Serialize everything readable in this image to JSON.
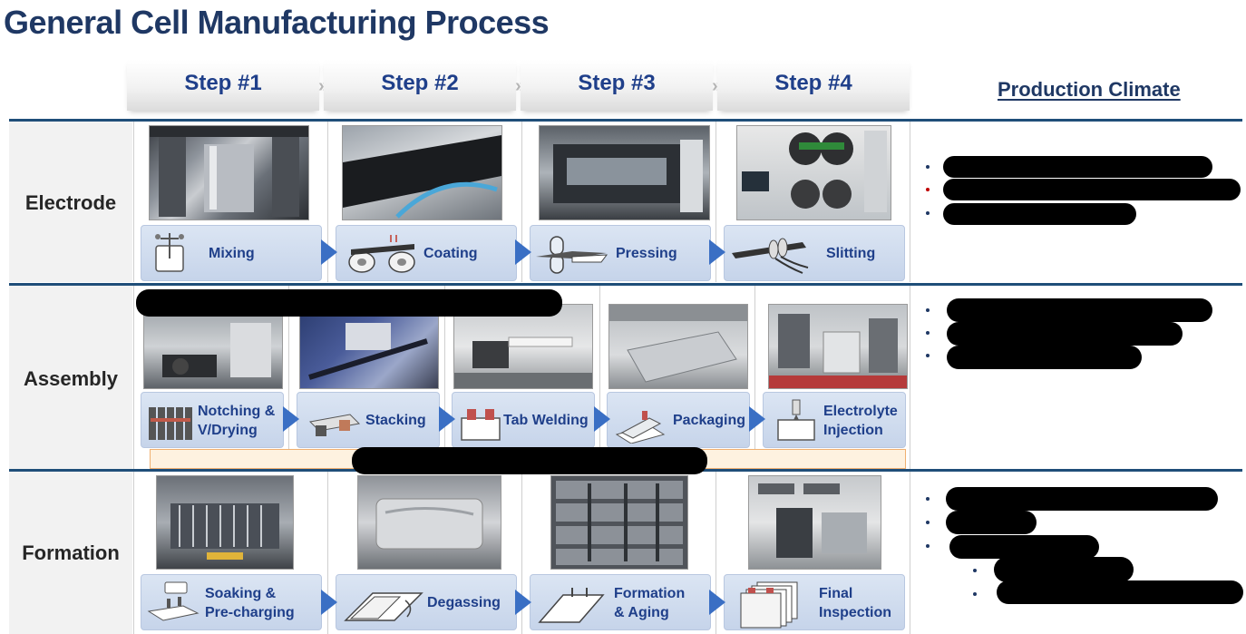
{
  "title": "General Cell Manufacturing Process",
  "steps": [
    "Step #1",
    "Step #2",
    "Step #3",
    "Step #4"
  ],
  "production_climate_title": "Production Climate",
  "lanes": {
    "electrode": {
      "label": "Electrode",
      "processes": [
        "Mixing",
        "Coating",
        "Pressing",
        "Slitting"
      ]
    },
    "assembly": {
      "label": "Assembly",
      "processes": [
        {
          "line1": "Notching &",
          "line2": "V/Drying"
        },
        {
          "line1": "Stacking",
          "line2": ""
        },
        {
          "line1": "Tab Welding",
          "line2": ""
        },
        {
          "line1": "Packaging",
          "line2": ""
        },
        {
          "line1": "Electrolyte",
          "line2": "Injection"
        }
      ]
    },
    "formation": {
      "label": "Formation",
      "processes": [
        {
          "line1": "Soaking &",
          "line2": "Pre-charging"
        },
        {
          "line1": "Degassing",
          "line2": ""
        },
        {
          "line1": "Formation",
          "line2": "& Aging"
        },
        {
          "line1": "Final",
          "line2": "Inspection"
        }
      ]
    }
  },
  "colors": {
    "title": "#1f3864",
    "rule": "#1f4e79",
    "process_box": "#c6d4ea",
    "arrow": "#3a6fc4",
    "label": "#1f3f8a"
  }
}
